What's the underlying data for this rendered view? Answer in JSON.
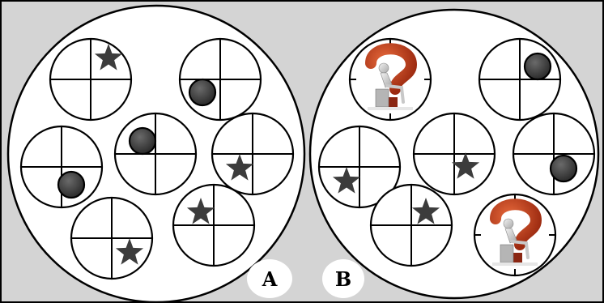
{
  "panel_a": {
    "label": "A",
    "cells": [
      {
        "id": "a1",
        "content": "star",
        "quadrant": "top-right",
        "offset": [
          0,
          -4
        ]
      },
      {
        "id": "a2",
        "content": "dot",
        "quadrant": "bottom-left",
        "offset": [
          0,
          -6
        ]
      },
      {
        "id": "a3",
        "content": "dot",
        "quadrant": "bottom-right",
        "offset": [
          -10,
          0
        ]
      },
      {
        "id": "a4",
        "content": "dot",
        "quadrant": "top-left",
        "offset": [
          6,
          6
        ]
      },
      {
        "id": "a5",
        "content": "star",
        "quadrant": "bottom-left",
        "offset": [
          6,
          -4
        ]
      },
      {
        "id": "a6",
        "content": "star",
        "quadrant": "bottom-right",
        "offset": [
          0,
          -4
        ]
      },
      {
        "id": "a7",
        "content": "star",
        "quadrant": "top-left",
        "offset": [
          6,
          6
        ]
      }
    ]
  },
  "panel_b": {
    "label": "B",
    "cells": [
      {
        "id": "b1",
        "content": "question-figure",
        "quadrant": "",
        "offset": [
          0,
          0
        ]
      },
      {
        "id": "b2",
        "content": "dot",
        "quadrant": "top-right",
        "offset": [
          0,
          6
        ]
      },
      {
        "id": "b3",
        "content": "star",
        "quadrant": "bottom-left",
        "offset": [
          6,
          -4
        ]
      },
      {
        "id": "b4",
        "content": "star",
        "quadrant": "bottom-right",
        "offset": [
          -8,
          -6
        ]
      },
      {
        "id": "b5",
        "content": "dot",
        "quadrant": "bottom-right",
        "offset": [
          -10,
          -4
        ]
      },
      {
        "id": "b6",
        "content": "star",
        "quadrant": "top-right",
        "offset": [
          -4,
          6
        ]
      },
      {
        "id": "b7",
        "content": "question-figure",
        "quadrant": "",
        "offset": [
          0,
          0
        ]
      }
    ]
  },
  "colors": {
    "background": "#d4d4d4",
    "line": "#000000",
    "symbol_fill": "#3c3c3c",
    "question_mark": "#c0391b",
    "figure": "#d8d8d8"
  }
}
